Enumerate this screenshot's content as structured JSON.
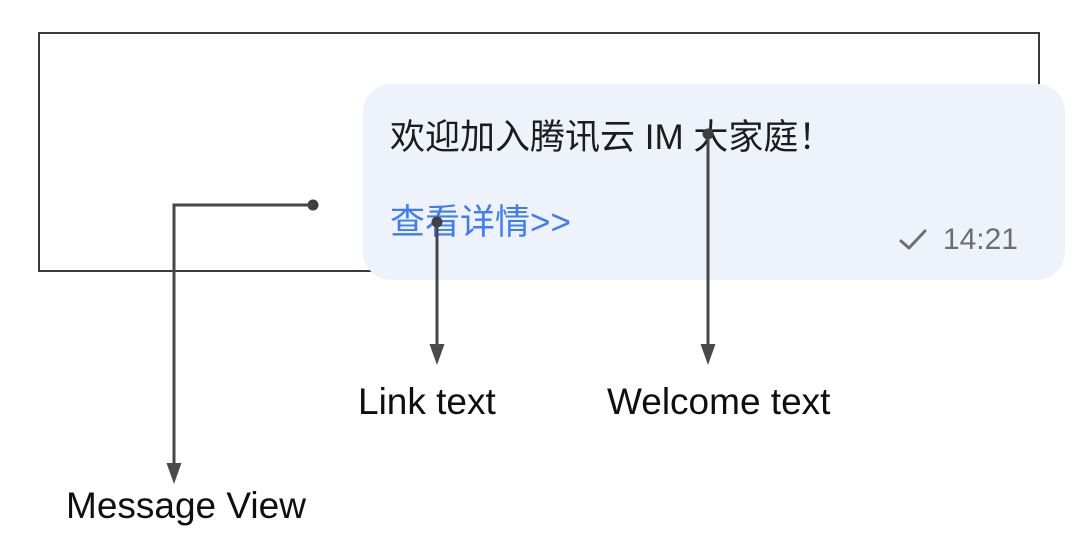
{
  "message_view": {
    "bubble": {
      "welcome_text": "欢迎加入腾讯云 IM 大家庭！",
      "link_text": "查看详情>>",
      "time": "14:21",
      "status_icon": "sent-check-icon"
    }
  },
  "annotations": {
    "link_label": "Link text",
    "welcome_label": "Welcome text",
    "message_view_label": "Message View"
  },
  "colors": {
    "bubble_background": "#eef2fa",
    "link_text": "#3e7bf7",
    "message_text": "#1c1c1c",
    "meta_gray": "#6e6e6e",
    "frame_border": "#3a3a3a",
    "annotation_arrow": "#464646",
    "annotation_label": "#0f0f0f"
  }
}
